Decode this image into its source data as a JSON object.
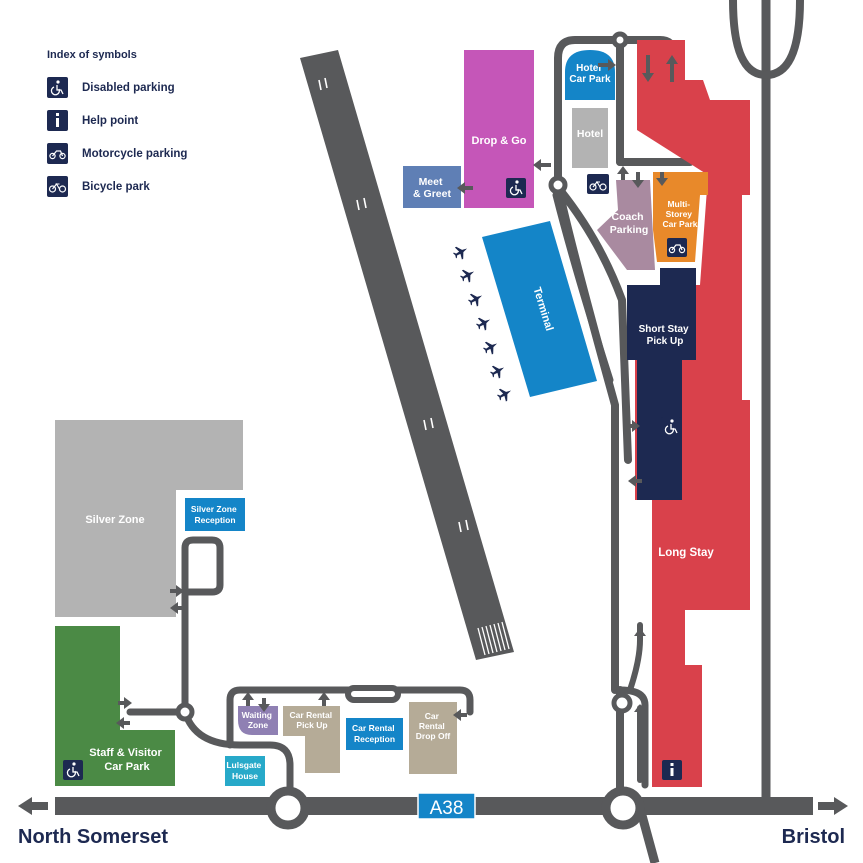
{
  "legend": {
    "title": "Index of symbols",
    "items": [
      {
        "label": "Disabled parking",
        "icon": "wheelchair-icon"
      },
      {
        "label": "Help point",
        "icon": "info-icon"
      },
      {
        "label": "Motorcycle parking",
        "icon": "motorcycle-icon"
      },
      {
        "label": "Bicycle park",
        "icon": "bicycle-icon"
      }
    ]
  },
  "zones": {
    "hotel_car_park": [
      "Hotel",
      "Car Park"
    ],
    "hotel": "Hotel",
    "drop_go": "Drop & Go",
    "meet_greet": [
      "Meet",
      "& Greet"
    ],
    "terminal": "Terminal",
    "coach_parking": [
      "Coach",
      "Parking"
    ],
    "multi_storey": [
      "Multi-",
      "Storey",
      "Car Park"
    ],
    "short_stay": [
      "Short Stay",
      "Pick Up"
    ],
    "long_stay": "Long Stay",
    "silver_zone": "Silver Zone",
    "silver_zone_reception": [
      "Silver Zone",
      "Reception"
    ],
    "staff_visitor": [
      "Staff & Visitor",
      "Car Park"
    ],
    "waiting_zone": [
      "Waiting",
      "Zone"
    ],
    "car_rental_pickup": [
      "Car Rental",
      "Pick Up"
    ],
    "car_rental_reception": [
      "Car Rental",
      "Reception"
    ],
    "car_rental_dropoff": [
      "Car",
      "Rental",
      "Drop Off"
    ],
    "lulsgate_house": [
      "Lulsgate",
      "House"
    ]
  },
  "road": {
    "name": "A38"
  },
  "directions": {
    "west": "North Somerset",
    "east": "Bristol"
  },
  "colors": {
    "navy": "#1d2951",
    "road": "#58595b",
    "red": "#d9414b",
    "magenta": "#c556b8",
    "blue": "#1485c8",
    "teal": "#27a9c9",
    "grey": "#b3b3b3",
    "green": "#4b8a45",
    "orange": "#e8892a",
    "mauve": "#a98aa0",
    "taupe": "#b5ab97",
    "slate": "#5f7fb5",
    "lavender": "#8f80b3"
  }
}
